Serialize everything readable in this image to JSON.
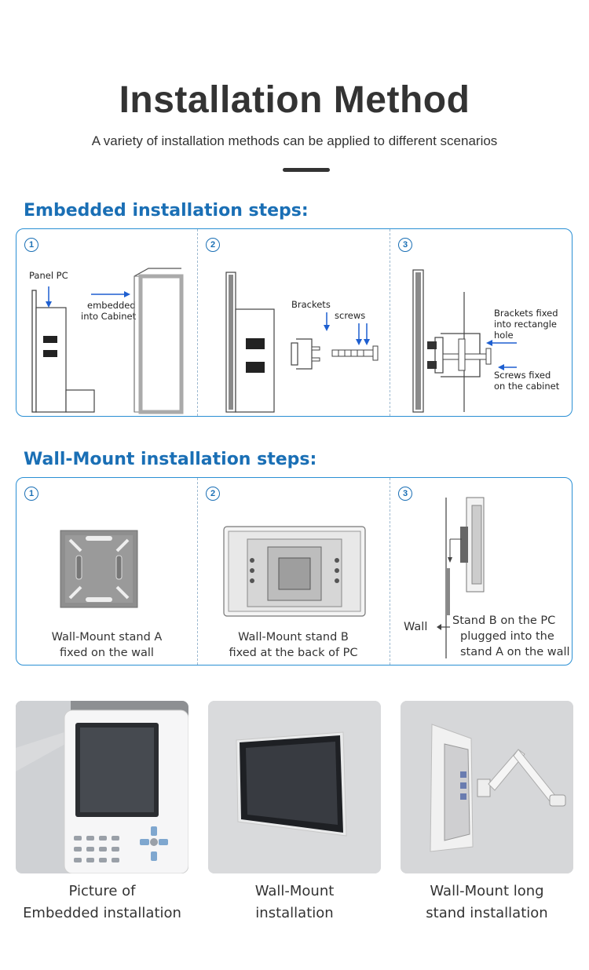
{
  "header": {
    "title": "Installation Method",
    "subtitle": "A variety of installation methods can be applied to different scenarios"
  },
  "embedded": {
    "heading": "Embedded installation steps:",
    "steps": [
      {
        "number": "1",
        "labels": {
          "panel_pc": "Panel PC",
          "embedded_line1": "embedded",
          "embedded_line2": "into Cabinet"
        }
      },
      {
        "number": "2",
        "labels": {
          "brackets": "Brackets",
          "screws": "screws"
        }
      },
      {
        "number": "3",
        "labels": {
          "fixed_line1": "Brackets fixed",
          "fixed_line2": "into rectangle",
          "fixed_line3": "hole",
          "screws_line1": "Screws fixed",
          "screws_line2": "on the cabinet"
        }
      }
    ]
  },
  "wallmount": {
    "heading": "Wall-Mount installation steps:",
    "steps": [
      {
        "number": "1",
        "caption_line1": "Wall-Mount stand A",
        "caption_line2": "fixed on the wall"
      },
      {
        "number": "2",
        "caption_line1": "Wall-Mount stand B",
        "caption_line2": "fixed at the back of PC"
      },
      {
        "number": "3",
        "wall_label": "Wall",
        "caption_line1": "Stand B on the PC",
        "caption_line2": "plugged into the",
        "caption_line3": "stand A on the wall"
      }
    ]
  },
  "photos": [
    {
      "caption_line1": "Picture of",
      "caption_line2": "Embedded installation"
    },
    {
      "caption_line1": "Wall-Mount",
      "caption_line2": "installation"
    },
    {
      "caption_line1": "Wall-Mount long",
      "caption_line2": "stand installation"
    }
  ],
  "colors": {
    "accent": "#1a6fb5",
    "border": "#2a8fd4",
    "arrow": "#1e5fd0",
    "text": "#333333"
  }
}
